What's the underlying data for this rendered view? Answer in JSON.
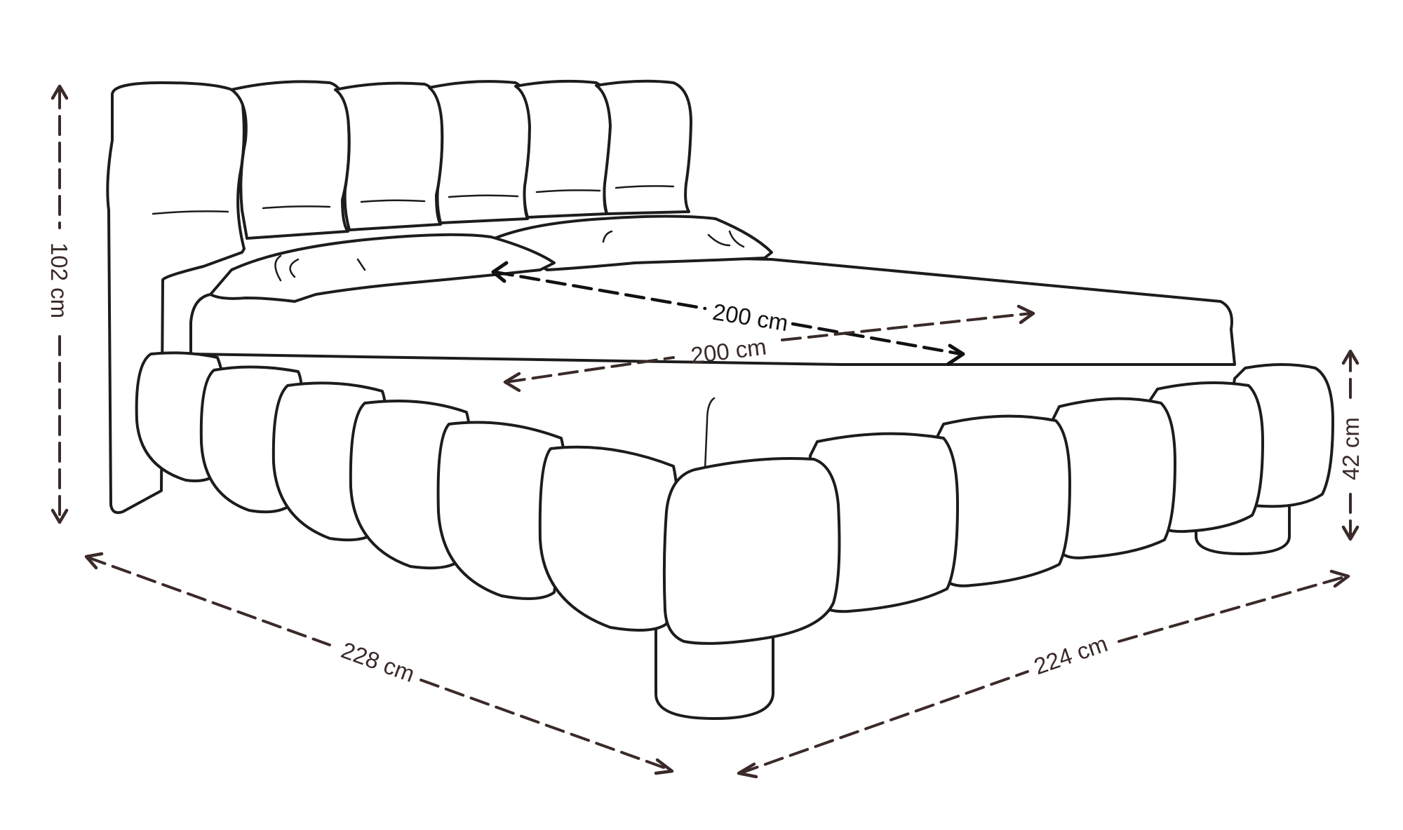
{
  "dimensions": {
    "height_total": "102 cm",
    "height_frame": "42 cm",
    "length": "228 cm",
    "width": "224 cm",
    "mattress_length": "200 cm",
    "mattress_width": "200 cm"
  },
  "colors": {
    "line": "#1c1c1c",
    "dimension": "#3a2a28",
    "background": "#ffffff"
  }
}
